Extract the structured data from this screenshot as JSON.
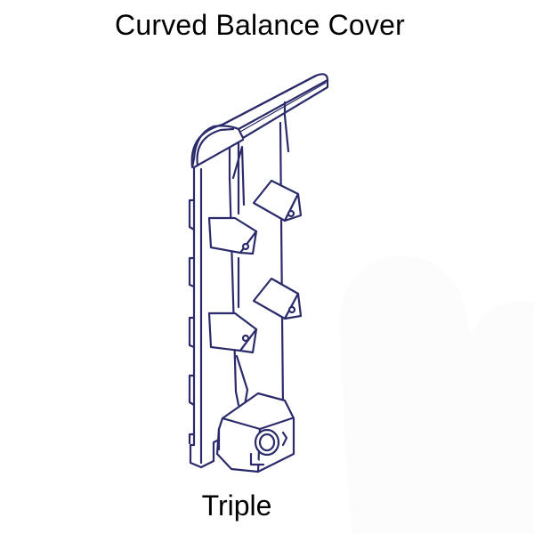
{
  "title": "Curved Balance Cover",
  "caption": "Triple",
  "colors": {
    "line": "#2b2b6b",
    "background": "#ffffff",
    "text": "#000000",
    "faint_blob": "#fdfcfd"
  },
  "drawing": {
    "subject": "curved balance cover part (line drawing)",
    "components": [
      "curved-top-cap",
      "main-back-panel",
      "left-edge-tabs",
      "triangular-clips",
      "end-bracket"
    ],
    "triangular_clip_count": 4,
    "left_edge_tab_count": 5
  }
}
